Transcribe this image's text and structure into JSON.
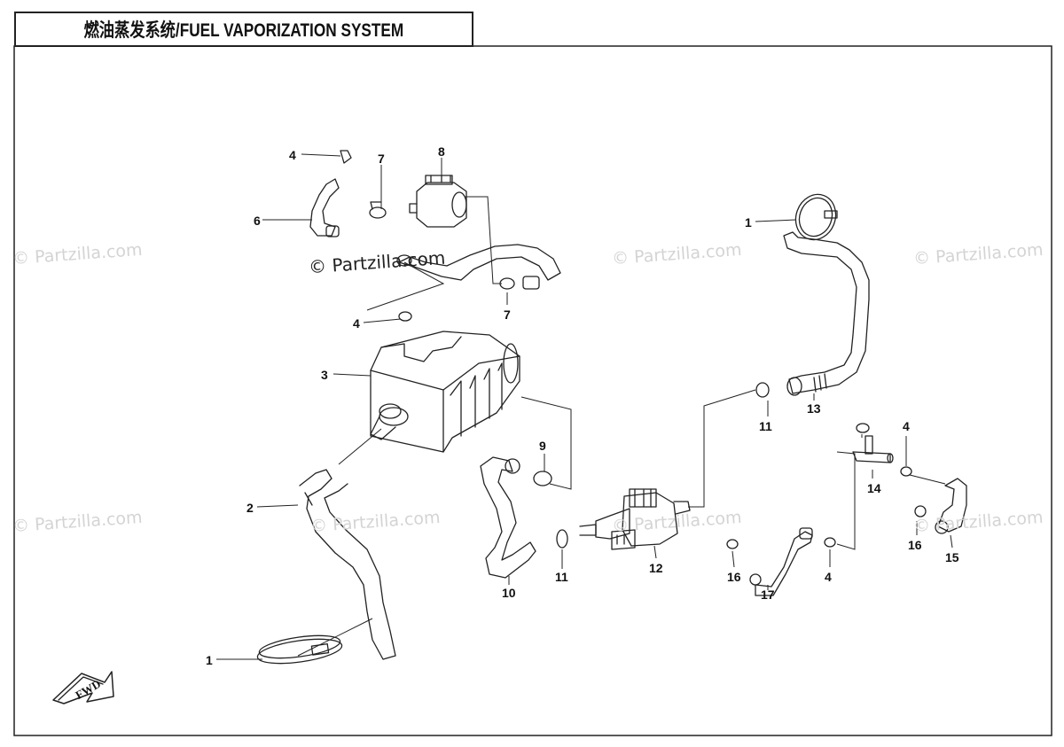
{
  "title": "燃油蒸发系统/FUEL VAPORIZATION SYSTEM",
  "watermark": "© Partzilla.com",
  "fwd_label": "FWD",
  "callouts": [
    {
      "id": "c1a",
      "label": "1"
    },
    {
      "id": "c1b",
      "label": "1"
    },
    {
      "id": "c2",
      "label": "2"
    },
    {
      "id": "c3",
      "label": "3"
    },
    {
      "id": "c4a",
      "label": "4"
    },
    {
      "id": "c4b",
      "label": "4"
    },
    {
      "id": "c4c",
      "label": "4"
    },
    {
      "id": "c4d",
      "label": "4"
    },
    {
      "id": "c6",
      "label": "6"
    },
    {
      "id": "c7a",
      "label": "7"
    },
    {
      "id": "c7b",
      "label": "7"
    },
    {
      "id": "c8",
      "label": "8"
    },
    {
      "id": "c9",
      "label": "9"
    },
    {
      "id": "c10",
      "label": "10"
    },
    {
      "id": "c11a",
      "label": "11"
    },
    {
      "id": "c11b",
      "label": "11"
    },
    {
      "id": "c12",
      "label": "12"
    },
    {
      "id": "c13",
      "label": "13"
    },
    {
      "id": "c14",
      "label": "14"
    },
    {
      "id": "c15",
      "label": "15"
    },
    {
      "id": "c16a",
      "label": "16"
    },
    {
      "id": "c16b",
      "label": "16"
    },
    {
      "id": "c17",
      "label": "17"
    }
  ]
}
